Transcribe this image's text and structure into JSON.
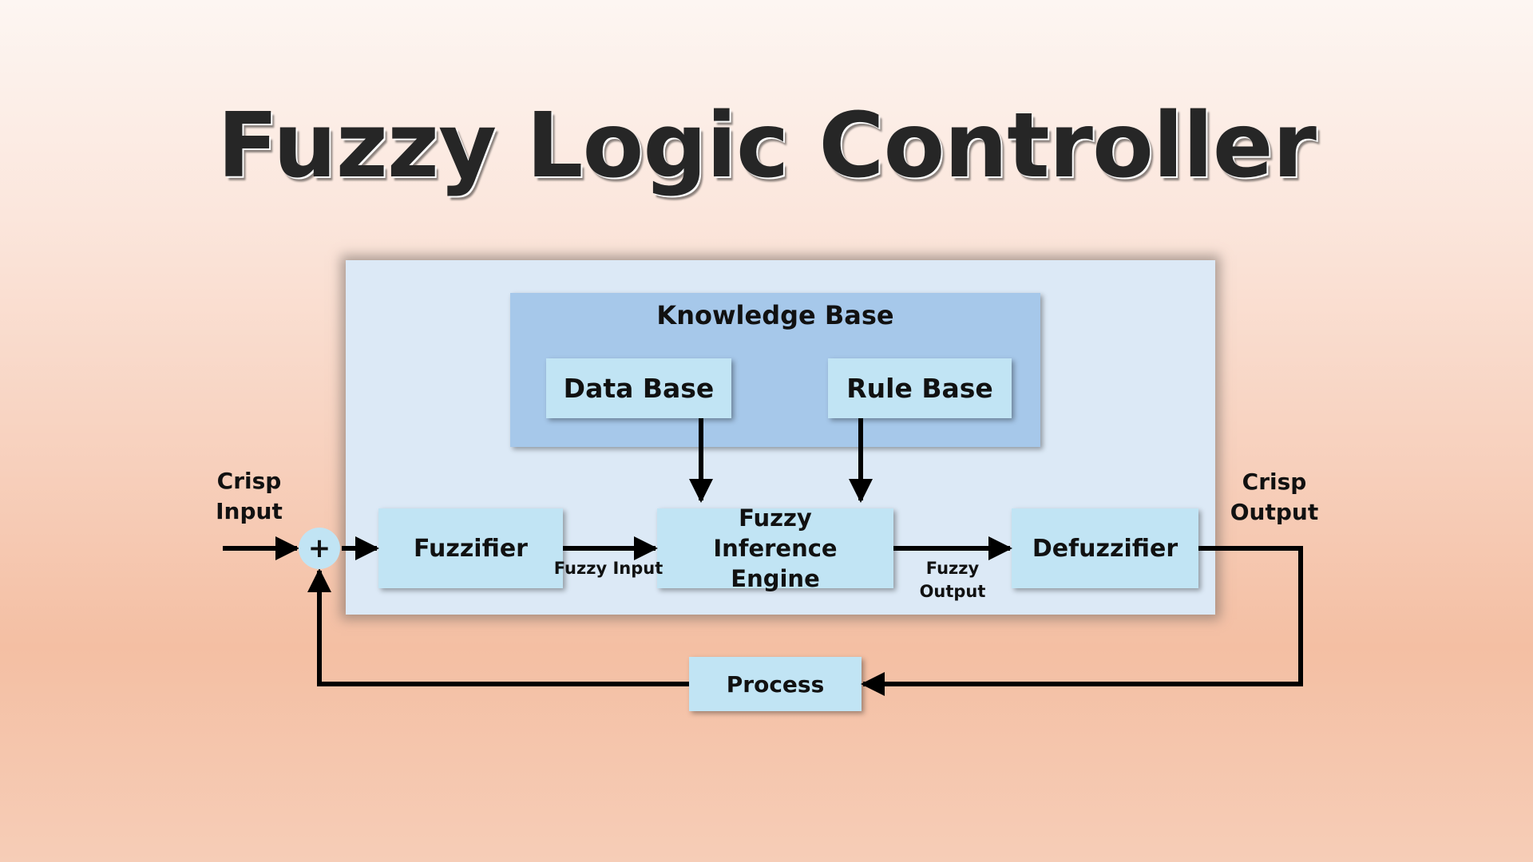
{
  "title": "Fuzzy Logic Controller",
  "knowledge_base": {
    "label": "Knowledge Base",
    "data_base": "Data Base",
    "rule_base": "Rule Base"
  },
  "blocks": {
    "fuzzifier": "Fuzzifier",
    "inference_engine": "Fuzzy Inference Engine",
    "defuzzifier": "Defuzzifier",
    "process": "Process",
    "summing_junction": "+"
  },
  "signals": {
    "crisp_input": "Crisp Input",
    "crisp_output": "Crisp Output",
    "fuzzy_input": "Fuzzy Input",
    "fuzzy_output": "Fuzzy Output"
  },
  "colors": {
    "outer_panel": "#dce9f6",
    "knowledge_base": "#a6c8ea",
    "block": "#c1e4f4",
    "arrow": "#000000"
  }
}
